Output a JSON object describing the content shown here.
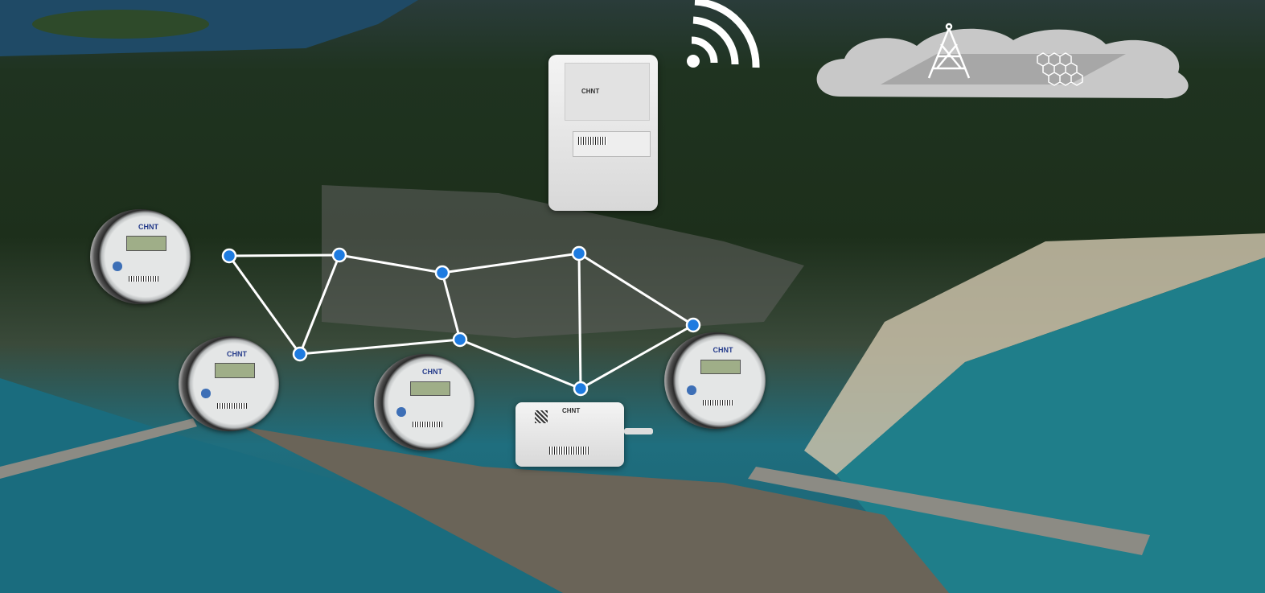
{
  "brand_logo": "CHNT",
  "devices": {
    "concentrator": {
      "brand": "CHNT"
    },
    "repeater": {
      "brand": "CHNT"
    },
    "meters": [
      {
        "brand": "CHNT"
      },
      {
        "brand": "CHNT"
      },
      {
        "brand": "CHNT"
      },
      {
        "brand": "CHNT"
      }
    ]
  },
  "colors": {
    "mesh_node": "#1e7be0",
    "mesh_link": "#ffffff",
    "cloud": "#c8c8c8"
  },
  "icons": [
    "wifi-signal-icon",
    "cell-tower-icon",
    "hexagon-grid-icon"
  ]
}
